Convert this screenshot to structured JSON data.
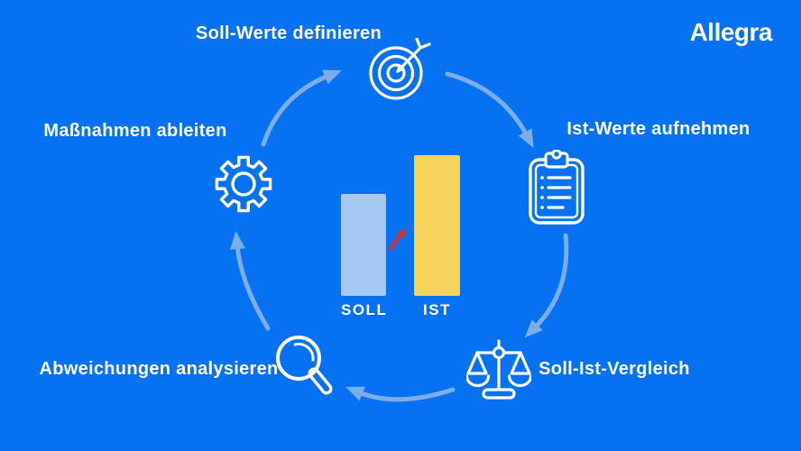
{
  "logo": {
    "text": "Allegra"
  },
  "steps": [
    {
      "id": "define-targets",
      "label": "Soll-Werte definieren",
      "icon": "target-icon"
    },
    {
      "id": "record-actuals",
      "label": "Ist-Werte aufnehmen",
      "icon": "clipboard-icon"
    },
    {
      "id": "target-actual-comparison",
      "label": "Soll-Ist-Vergleich",
      "icon": "scale-icon"
    },
    {
      "id": "analyze-deviations",
      "label": "Abweichungen analysieren",
      "icon": "magnifier-icon"
    },
    {
      "id": "derive-measures",
      "label": "Maßnahmen ableiten",
      "icon": "gear-icon"
    }
  ],
  "center_chart": {
    "type": "bar",
    "categories": [
      "SOLL",
      "IST"
    ],
    "bars": [
      {
        "label": "SOLL",
        "color": "#a6c9f3",
        "relative_height": 0.72
      },
      {
        "label": "IST",
        "color": "#f8d35c",
        "relative_height": 1.0
      }
    ],
    "soll_label": "SOLL",
    "ist_label": "IST",
    "trend_arrow_color": "#b23c4f",
    "meaning": "IST value higher than SOLL value, rising trend arrow between bars"
  },
  "colors": {
    "background": "#0671f1",
    "cycle_arrow": "#7badе9",
    "icon_stroke": "#ffffff",
    "text": "#ffffff",
    "soll_bar": "#a6c9f3",
    "ist_bar": "#f8d35c",
    "trend_arrow": "#b23c4f"
  }
}
